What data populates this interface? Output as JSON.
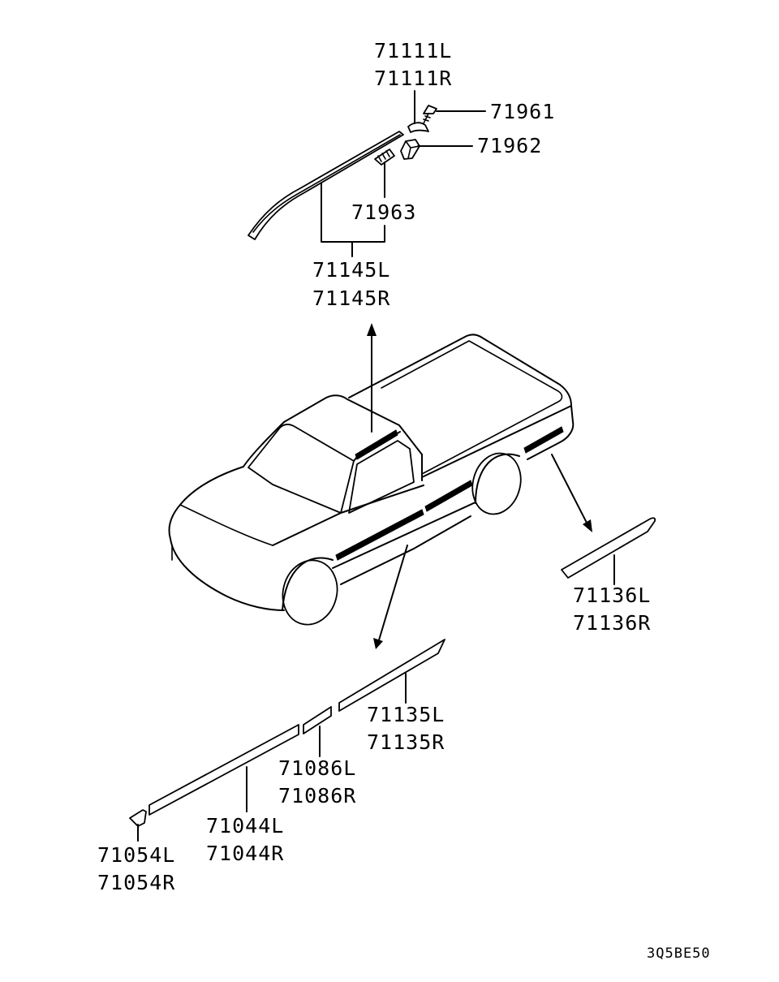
{
  "diagram": {
    "labels": {
      "roof_cap": [
        "71111L",
        "71111R"
      ],
      "screw": "71961",
      "clip": "71962",
      "fastener": "71963",
      "roof_moulding": [
        "71145L",
        "71145R"
      ],
      "rear_moulding": [
        "71136L",
        "71136R"
      ],
      "door_moulding": [
        "71135L",
        "71135R"
      ],
      "center_moulding": [
        "71086L",
        "71086R"
      ],
      "front_moulding": [
        "71044L",
        "71044R"
      ],
      "end_cap": [
        "71054L",
        "71054R"
      ]
    },
    "figure_code": "3Q5BE50"
  }
}
